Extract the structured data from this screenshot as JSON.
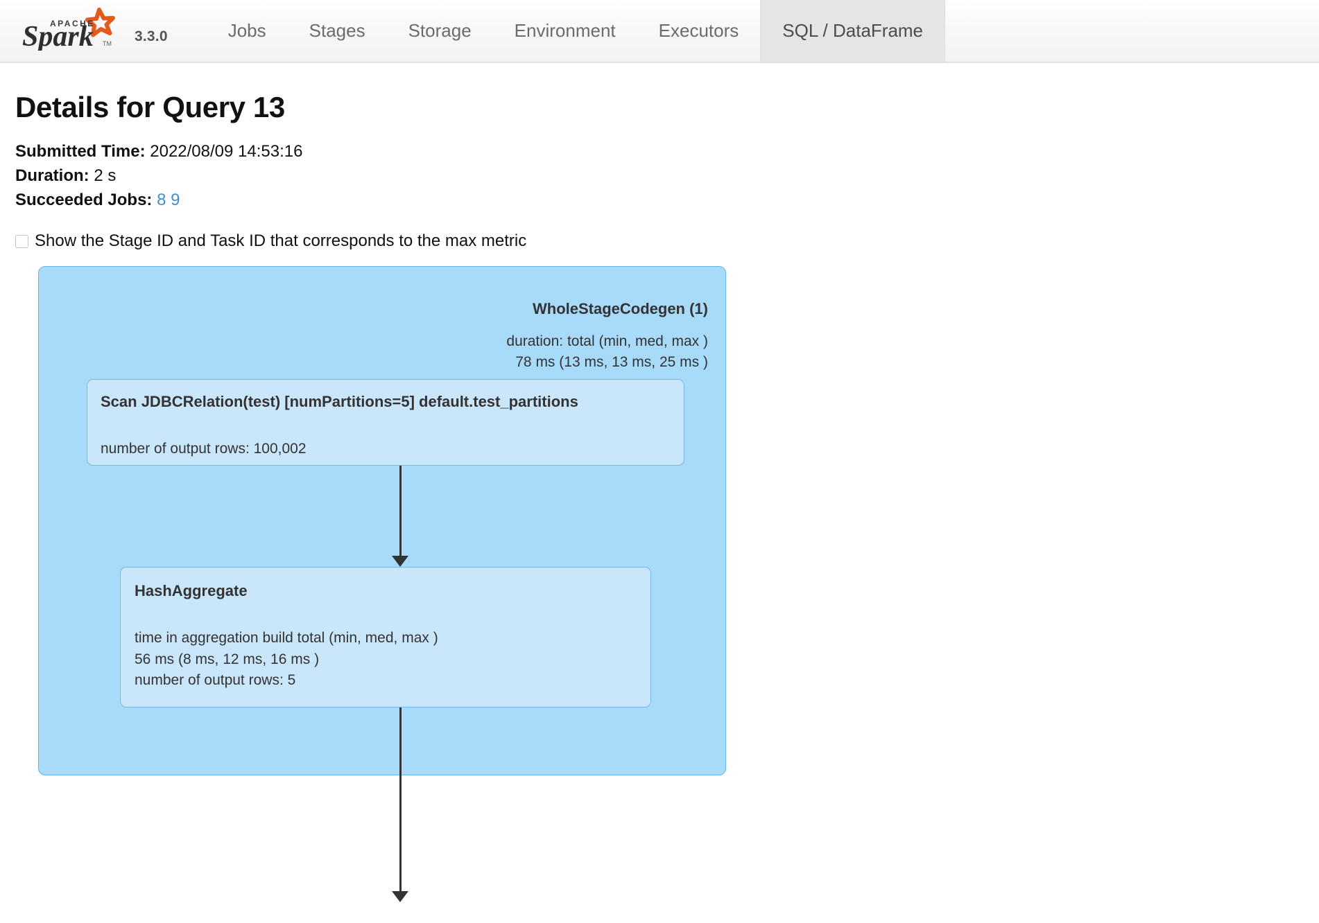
{
  "navbar": {
    "logo_alt": "Apache Spark",
    "logo_apache_text": "APACHE",
    "logo_spark_text": "Spark",
    "version": "3.3.0",
    "tabs": [
      {
        "label": "Jobs",
        "active": false
      },
      {
        "label": "Stages",
        "active": false
      },
      {
        "label": "Storage",
        "active": false
      },
      {
        "label": "Environment",
        "active": false
      },
      {
        "label": "Executors",
        "active": false
      },
      {
        "label": "SQL / DataFrame",
        "active": true
      }
    ]
  },
  "page": {
    "title": "Details for Query 13",
    "meta": {
      "submitted_time_label": "Submitted Time:",
      "submitted_time_value": "2022/08/09 14:53:16",
      "duration_label": "Duration:",
      "duration_value": "2 s",
      "succeeded_jobs_label": "Succeeded Jobs:",
      "succeeded_jobs": [
        "8",
        "9"
      ]
    },
    "checkbox": {
      "label": "Show the Stage ID and Task ID that corresponds to the max metric",
      "checked": false
    }
  },
  "plan": {
    "codegen": {
      "title": "WholeStageCodegen (1)",
      "metric_header": "duration: total (min, med, max )",
      "metric_value": "78 ms (13 ms, 13 ms, 25 ms )"
    },
    "nodes": [
      {
        "id": "scan",
        "title": "Scan JDBCRelation(test) [numPartitions=5] default.test_partitions",
        "metrics": [
          "number of output rows: 100,002"
        ]
      },
      {
        "id": "hashaggregate",
        "title": "HashAggregate",
        "metrics": [
          "time in aggregation build total (min, med, max )",
          "56 ms (8 ms, 12 ms, 16 ms )",
          "number of output rows: 5"
        ]
      }
    ]
  },
  "colors": {
    "codegen_fill": "#a8daf9",
    "codegen_border": "#69b6e8",
    "node_fill": "#cae6fb",
    "node_border": "#75b9e8",
    "edge": "#333333",
    "link": "#3f8ed0",
    "active_tab": "#e5e5e5",
    "logo_star": "#e25a1c"
  }
}
